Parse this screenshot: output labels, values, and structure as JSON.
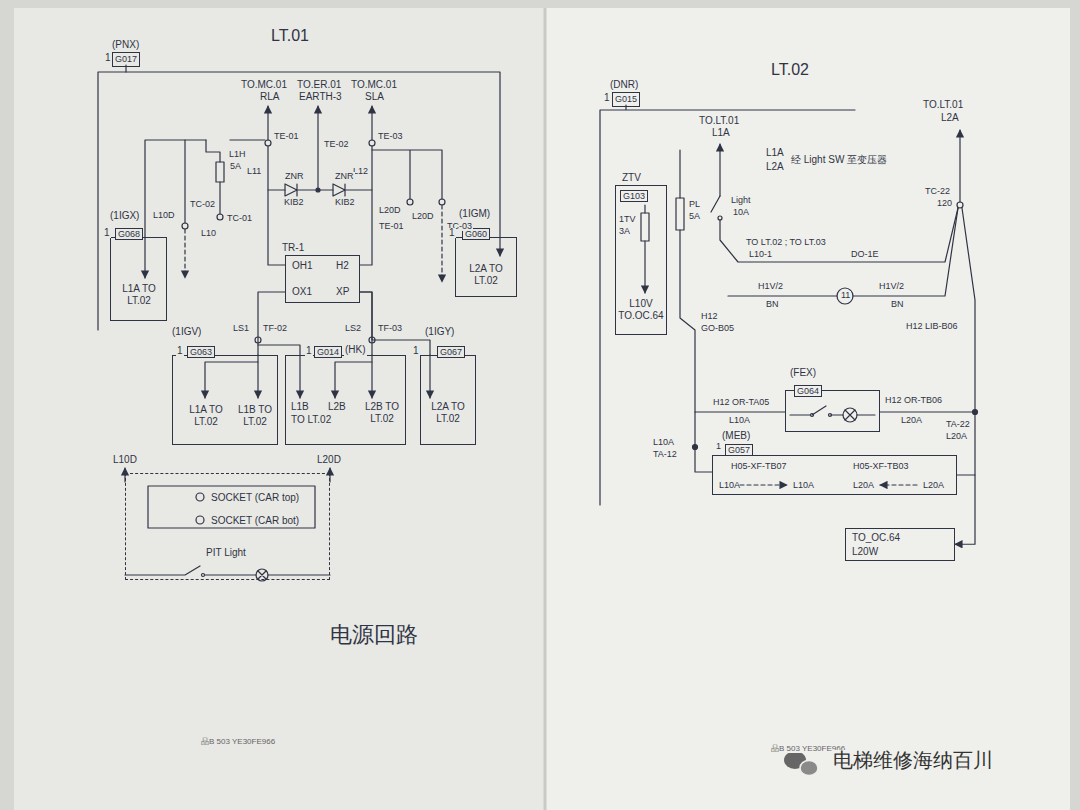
{
  "diagram": {
    "caption": "电源回路",
    "nodes": [
      {
        "text": [
          "(PNX)",
          "G017"
        ]
      },
      {
        "text": [
          "(1IGX)",
          "G068",
          "L1A TO LT.02"
        ]
      },
      {
        "text": [
          "(1IGM)",
          "G060",
          "L2A TO LT.02"
        ]
      },
      {
        "text": [
          "TR-1",
          "OH1",
          "H2",
          "OX1",
          "XP"
        ]
      },
      {
        "text": [
          "(1IGV)",
          "G063",
          "L1A TO LT.02",
          "L1B TO LT.02"
        ]
      },
      {
        "text": [
          "G014",
          "(HK)",
          "L1B",
          "L2B",
          "TO LT.02",
          "L2B TO LT.02"
        ]
      },
      {
        "text": [
          "(1IGY)",
          "G067",
          "L2A TO LT.02"
        ]
      },
      {
        "text": [
          "SOCKET (CAR top)",
          "SOCKET (CAR bot)",
          "PIT Light"
        ]
      },
      {
        "text": [
          "(DNR)",
          "G015"
        ]
      },
      {
        "text": [
          "ZTV",
          "G103",
          "1TV",
          "3A",
          "L10V TO.OC.64"
        ]
      },
      {
        "text": [
          "(FEX)",
          "G064"
        ]
      },
      {
        "text": [
          "(MEB)",
          "G057",
          "H05-XF-TB07",
          "L10A",
          "L10A",
          "H05-XF-TB03",
          "L20A",
          "L20A"
        ]
      },
      {
        "text": [
          "TO_OC.64",
          "L20W"
        ]
      }
    ],
    "edges": [
      {
        "from": 3,
        "to": 4,
        "arrow": "none"
      },
      {
        "from": 3,
        "to": 5,
        "arrow": "none"
      },
      {
        "from": 3,
        "to": 6,
        "arrow": "none"
      },
      {
        "from": 10,
        "to": 11,
        "arrow": "none"
      },
      {
        "from": 11,
        "to": 12,
        "arrow": "to"
      }
    ],
    "labels": [
      "LT.01",
      "1",
      "TO.MC.01",
      "RLA",
      "TO.ER.01",
      "EARTH-3",
      "TO.MC.01",
      "SLA",
      "L1H",
      "5A",
      "L11",
      "TE-01",
      "TE-02",
      "L12",
      "TE-03",
      "ZNR",
      "KIB2",
      "ZNR",
      "KIB2",
      "L10D",
      "TC-02",
      "L10",
      "TC-01",
      "L20D",
      "L20D",
      "TE-01",
      "TC-03",
      "1",
      "1",
      "LS1",
      "TF-02",
      "1",
      "LS2",
      "TF-03",
      "1",
      "1",
      "L10D",
      "L20D",
      "品B 503 YE30FE966",
      "LT.02",
      "1",
      "TO.LT.01",
      "L1A",
      "TO.LT.01",
      "L2A",
      "L1A",
      "L2A",
      "经 Light SW 至变压器",
      "PL",
      "5A",
      "Light",
      "10A",
      "TC-22",
      "120",
      "TO LT.02 ; TO LT.03",
      "L10-1",
      "DO-1E",
      "H1V/2",
      "BN",
      "11",
      "H1V/2",
      "BN",
      "H12",
      "GO-B05",
      "H12 LIB-B06",
      "H12 OR-TA05",
      "L10A",
      "H12 OR-TB06",
      "L20A",
      "L10A",
      "TA-12",
      "TA-22",
      "L20A",
      "1",
      "品B 503 YE30FE966",
      "电梯维修海纳百川"
    ]
  }
}
